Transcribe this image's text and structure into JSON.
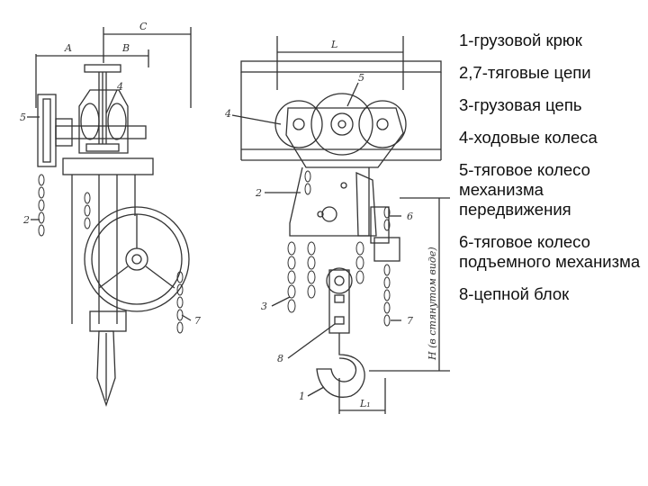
{
  "legend": [
    "1-грузовой крюк",
    "2,7-тяговые цепи",
    "3-грузовая цепь",
    "4-ходовые колеса",
    "5-тяговое колесо механизма передвижения",
    "6-тяговое колесо подъемного механизма",
    "8-цепной блок"
  ],
  "labels": {
    "A": "A",
    "B": "B",
    "C": "C",
    "L": "L",
    "L1": "L₁",
    "n1": "1",
    "n2": "2",
    "n3": "3",
    "n4": "4",
    "n5": "5",
    "n6": "6",
    "n7": "7",
    "n8": "8",
    "H": "H (в стянутом виде)"
  },
  "colors": {
    "line": "#333333",
    "text": "#111111",
    "background": "#ffffff"
  }
}
